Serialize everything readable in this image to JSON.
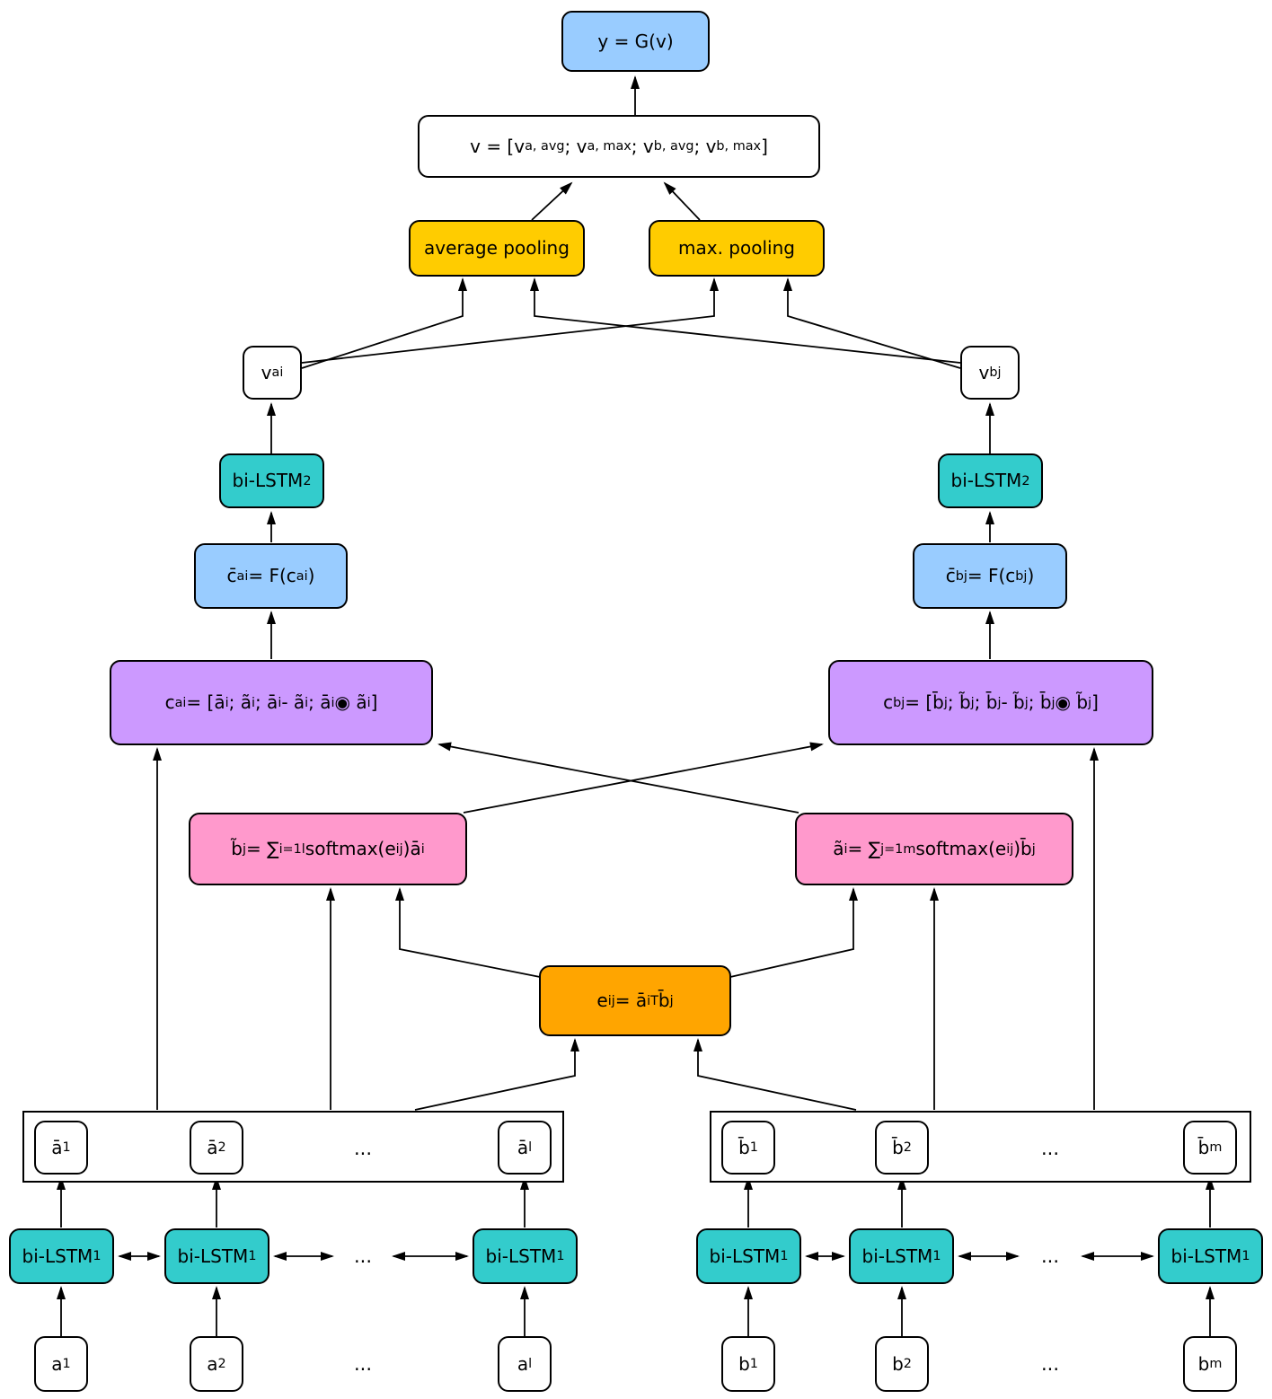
{
  "diagram": {
    "description": "ESIM-style natural language inference network architecture",
    "colors": {
      "output_blue": "#99CCFF",
      "pooling_gold": "#FFCC00",
      "lstm_teal": "#33CCCC",
      "concat_purple": "#CC99FF",
      "attention_pink": "#FF99CC",
      "energy_orange": "#FFA500",
      "plain_white": "#ffffff",
      "border_black": "#000000"
    },
    "nodes": {
      "y_output": "y = G(v)",
      "v_concat": "v = [v<sub>a, avg</sub>; v<sub>a, max</sub>; v<sub>b, avg</sub>; v<sub>b, max</sub>]",
      "avg_pooling": "average pooling",
      "max_pooling": "max. pooling",
      "v_ai": "v<sub>ai</sub>",
      "v_bj": "v<sub>bj</sub>",
      "bilstm2": "bi-LSTM<sub>2</sub>",
      "bilstm1": "bi-LSTM<sub>1</sub>",
      "cbar_ai": "c̄<sub>ai</sub> = F(c<sub>ai</sub>)",
      "cbar_bj": "c̄<sub>bj</sub> = F(c<sub>bj</sub>)",
      "c_ai": "c<sub>ai</sub> = [ā<sub>i</sub>; ã<sub>i</sub>; ā<sub>i</sub> - ã<sub>i</sub>; ā<sub>i</sub> ◉ ã<sub>i</sub>]",
      "c_bj": "c<sub>bj</sub> = [b̄<sub>j</sub>; b̃<sub>j</sub>; b̄<sub>j</sub> - b̃<sub>j</sub>; b̄<sub>j</sub> ◉ b̃<sub>j</sub>]",
      "btilde_j": "b̃<sub>j</sub> = ∑<sub>i=1</sub><sup>l</sup>softmax(e<sub>ij</sub>)ā<sub>i</sub>",
      "atilde_i": "ã<sub>i</sub> = ∑<sub>j=1</sub><sup>m</sup>softmax(e<sub>ij</sub>)b̄<sub>j</sub>",
      "e_ij": "e<sub>ij</sub> = ā<sub>i</sub><sup>T</sup>b̄<sub>j</sub>",
      "abar_1": "ā<sub>1</sub>",
      "abar_2": "ā<sub>2</sub>",
      "abar_l": "ā<sub>l</sub>",
      "bbar_1": "b̄<sub>1</sub>",
      "bbar_2": "b̄<sub>2</sub>",
      "bbar_m": "b̄<sub>m</sub>",
      "a_1": "a<sub>1</sub>",
      "a_2": "a<sub>2</sub>",
      "a_l": "a<sub>l</sub>",
      "b_1": "b<sub>1</sub>",
      "b_2": "b<sub>2</sub>",
      "b_m": "b<sub>m</sub>",
      "ellipsis": "..."
    }
  }
}
